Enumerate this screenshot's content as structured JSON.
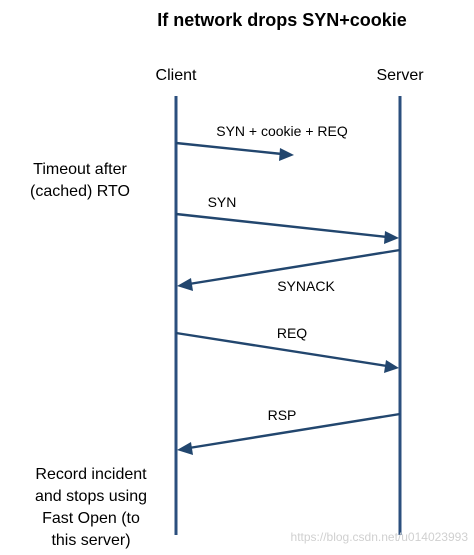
{
  "title": "If network drops SYN+cookie",
  "participants": {
    "client": "Client",
    "server": "Server"
  },
  "messages": [
    {
      "label": "SYN + cookie + REQ",
      "from": "client",
      "to": "server",
      "dropped": true
    },
    {
      "label": "SYN",
      "from": "client",
      "to": "server",
      "dropped": false
    },
    {
      "label": "SYNACK",
      "from": "server",
      "to": "client",
      "dropped": false
    },
    {
      "label": "REQ",
      "from": "client",
      "to": "server",
      "dropped": false
    },
    {
      "label": "RSP",
      "from": "server",
      "to": "client",
      "dropped": false
    }
  ],
  "notes": {
    "timeout": [
      "Timeout after",
      "(cached) RTO"
    ],
    "record": [
      "Record incident",
      "and stops using",
      "Fast Open (to",
      "this server)"
    ]
  },
  "watermark": "https://blog.csdn.net/u014023993",
  "colors": {
    "lifeline": "#2b4f7e",
    "arrow": "#22466e",
    "text": "#1a1a1a"
  }
}
